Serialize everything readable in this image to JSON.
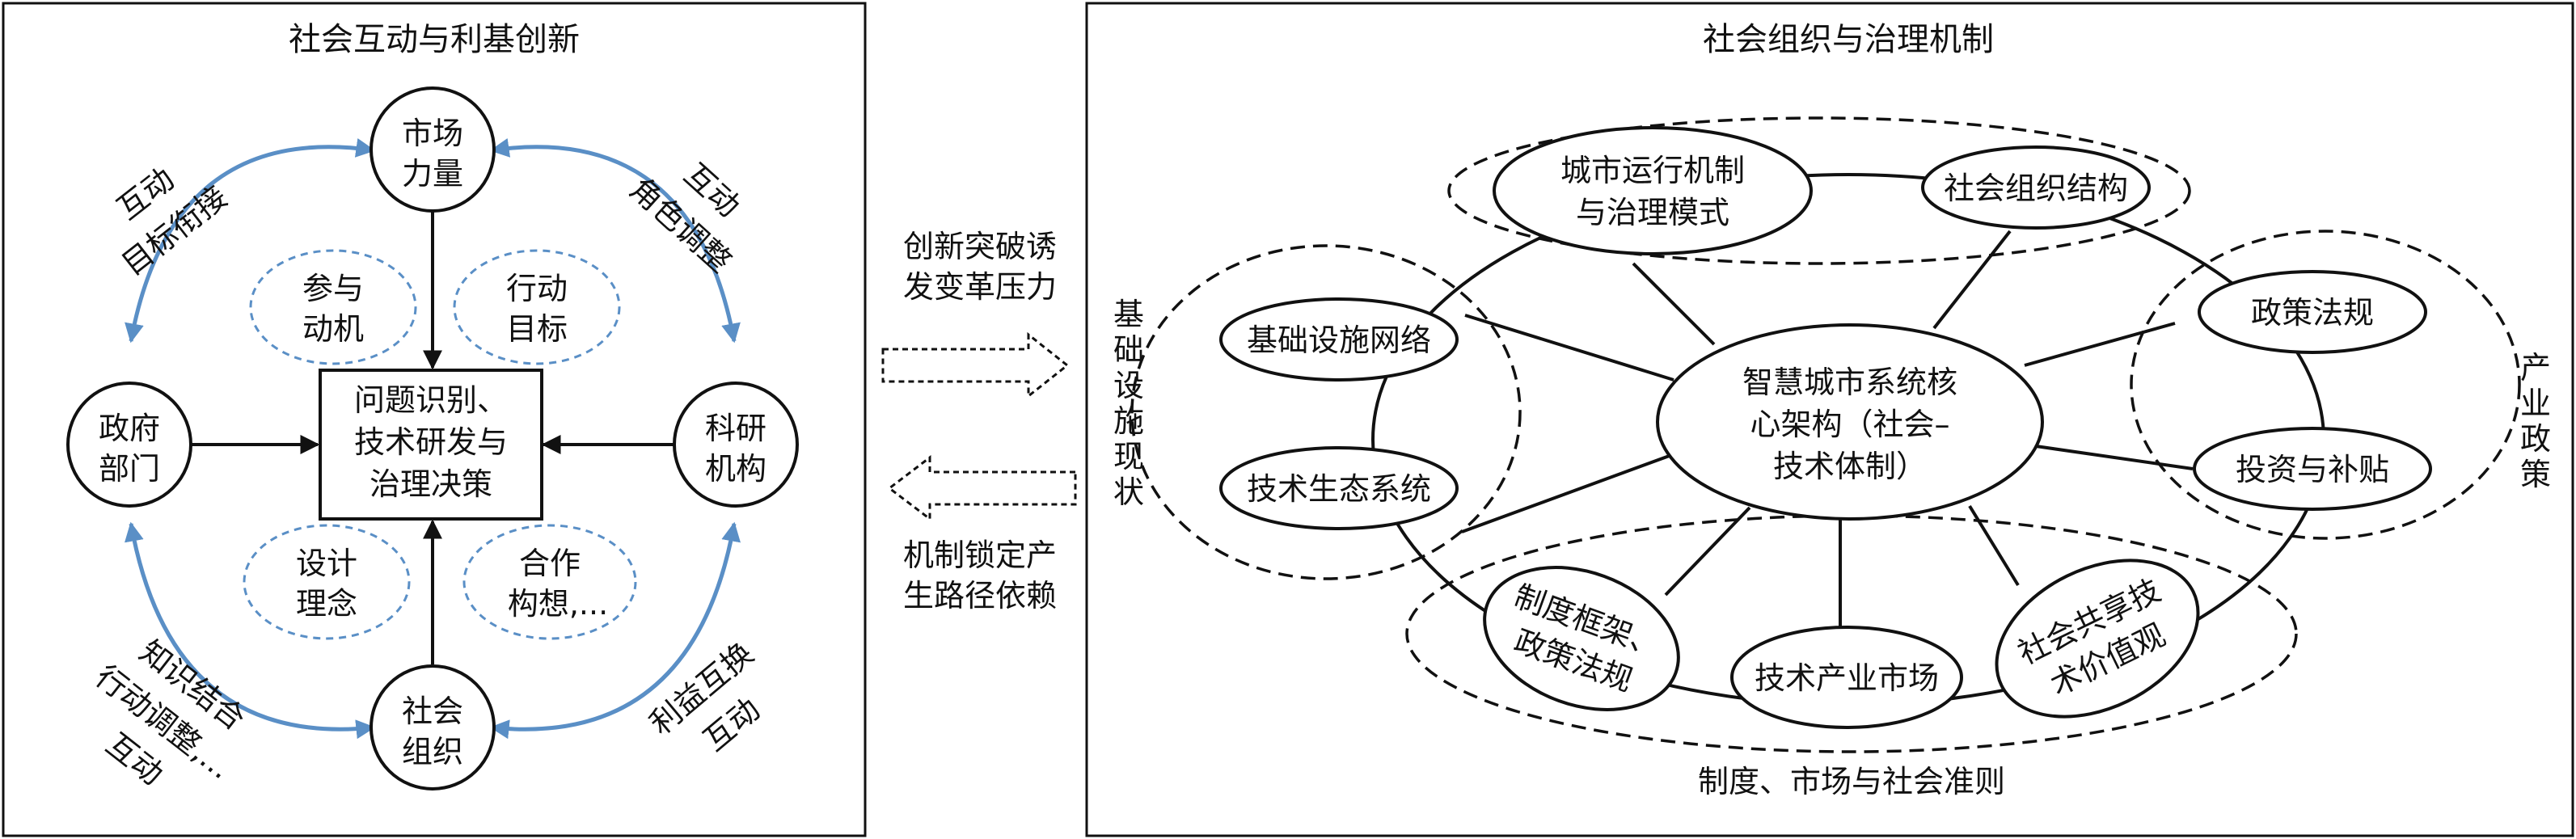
{
  "left_panel": {
    "title": "社会互动与利基创新",
    "nodes": {
      "market": [
        "市场",
        "力量"
      ],
      "government": [
        "政府",
        "部门"
      ],
      "research": [
        "科研",
        "机构"
      ],
      "social": [
        "社会",
        "组织"
      ]
    },
    "center_box": [
      "问题识别、",
      "技术研发与",
      "治理决策"
    ],
    "dashed_bubbles": {
      "participation": [
        "参与",
        "动机"
      ],
      "action_goal": [
        "行动",
        "目标"
      ],
      "design": [
        "设计",
        "理念"
      ],
      "cooperation": [
        "合作",
        "构想,..."
      ]
    },
    "arc_labels": {
      "top_left": [
        "互动",
        "目标衔接"
      ],
      "top_right": [
        "互动",
        "角色调整"
      ],
      "bottom_left": [
        "知识结合",
        "行动调整,...",
        "互动"
      ],
      "bottom_right": [
        "利益互换",
        "互动"
      ]
    }
  },
  "middle": {
    "upper_label": [
      "创新突破诱",
      "发变革压力"
    ],
    "lower_label": [
      "机制锁定产",
      "生路径依赖"
    ]
  },
  "right_panel": {
    "title": "社会组织与治理机制",
    "core": [
      "智慧城市系统核",
      "心架构（社会–",
      "技术体制）"
    ],
    "nodes": {
      "city_mechanism": [
        "城市运行机制",
        "与治理模式"
      ],
      "social_structure": "社会组织结构",
      "policy_regulation": "政策法规",
      "investment": "投资与补贴",
      "infrastructure_network": "基础设施网络",
      "tech_ecosystem": "技术生态系统",
      "institution_framework": [
        "制度框架、",
        "政策法规"
      ],
      "tech_market": "技术产业市场",
      "shared_values": [
        "社会共享技",
        "术价值观"
      ]
    },
    "group_labels": {
      "left": [
        "基",
        "础",
        "设",
        "施",
        "现",
        "状"
      ],
      "right": [
        "产",
        "业",
        "政",
        "策"
      ],
      "bottom": "制度、市场与社会准则"
    }
  }
}
